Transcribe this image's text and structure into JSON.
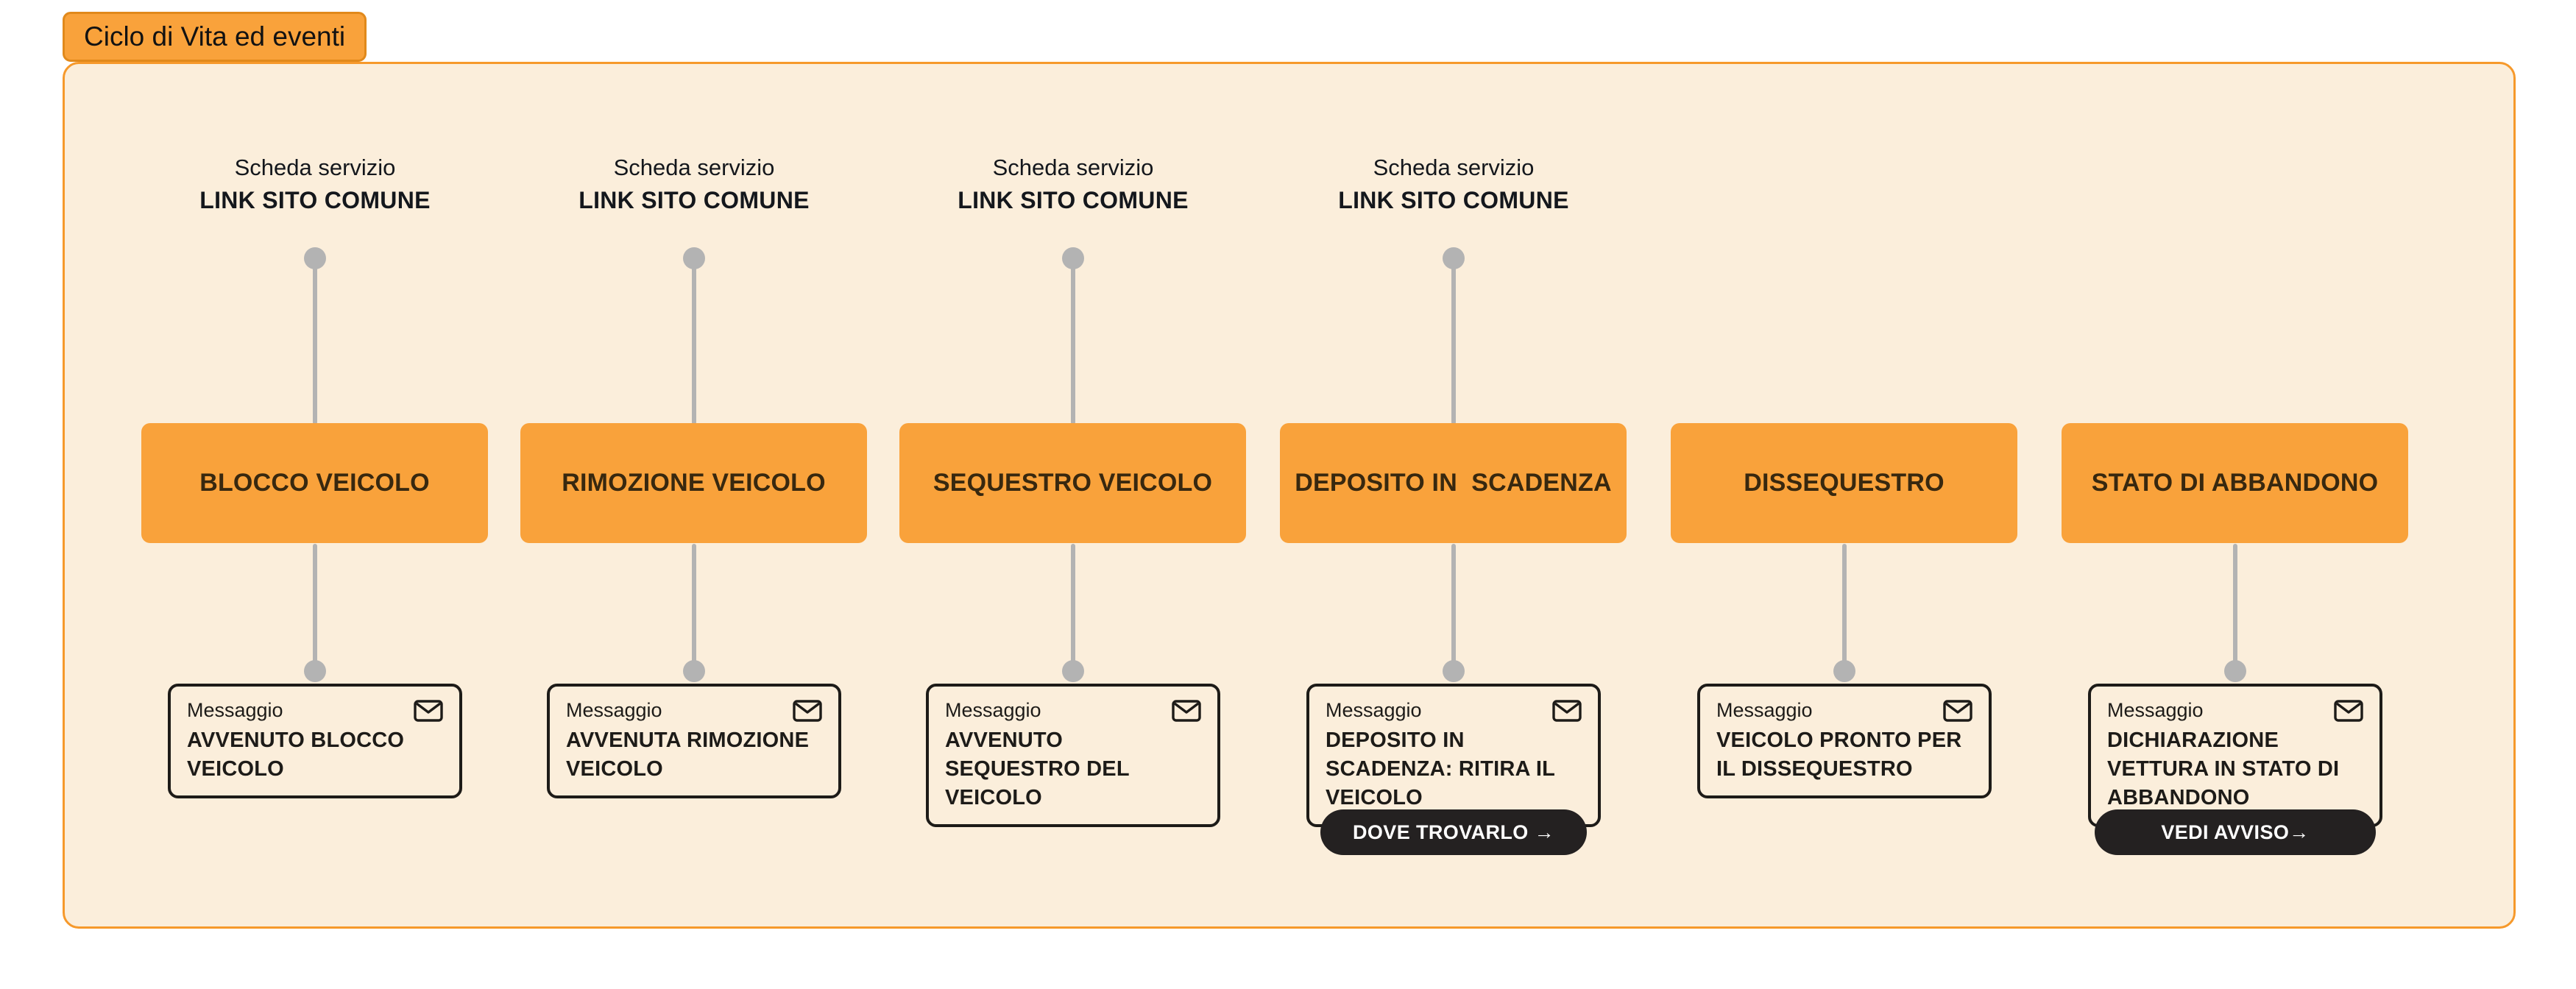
{
  "tag": {
    "label": "Ciclo di Vita ed eventi"
  },
  "colors": {
    "accent_orange": "#F9A23B",
    "tag_border": "#E1891B",
    "panel_border": "#F6992B",
    "panel_background": "#FBEEDB",
    "connector_gray": "#B3B3B3",
    "button_black": "#242121",
    "stage_text": "#38280F"
  },
  "stages": [
    {
      "service_label": "Scheda servizio",
      "service_link": "LINK SITO COMUNE",
      "title": "BLOCCO VEICOLO",
      "message": {
        "label": "Messaggio",
        "icon": "envelope-icon",
        "text": "AVVENUTO BLOCCO VEICOLO"
      }
    },
    {
      "service_label": "Scheda servizio",
      "service_link": "LINK SITO COMUNE",
      "title": "RIMOZIONE VEICOLO",
      "message": {
        "label": "Messaggio",
        "icon": "envelope-icon",
        "text": "AVVENUTA RIMOZIONE VEICOLO"
      }
    },
    {
      "service_label": "Scheda servizio",
      "service_link": "LINK SITO COMUNE",
      "title": "SEQUESTRO VEICOLO",
      "message": {
        "label": "Messaggio",
        "icon": "envelope-icon",
        "text": "AVVENUTO SEQUESTRO DEL VEICOLO"
      }
    },
    {
      "service_label": "Scheda servizio",
      "service_link": "LINK SITO COMUNE",
      "title": "DEPOSITO IN  SCADENZA",
      "message": {
        "label": "Messaggio",
        "icon": "envelope-icon",
        "text": "DEPOSITO IN SCADENZA: RITIRA IL VEICOLO"
      },
      "button": {
        "label": "DOVE TROVARLO →"
      }
    },
    {
      "title": "DISSEQUESTRO",
      "message": {
        "label": "Messaggio",
        "icon": "envelope-icon",
        "text": "VEICOLO PRONTO PER IL DISSEQUESTRO"
      }
    },
    {
      "title": "STATO DI ABBANDONO",
      "message": {
        "label": "Messaggio",
        "icon": "envelope-icon",
        "text": "DICHIARAZIONE VETTURA IN STATO DI ABBANDONO"
      },
      "button": {
        "label": "VEDI AVVISO→"
      }
    }
  ]
}
